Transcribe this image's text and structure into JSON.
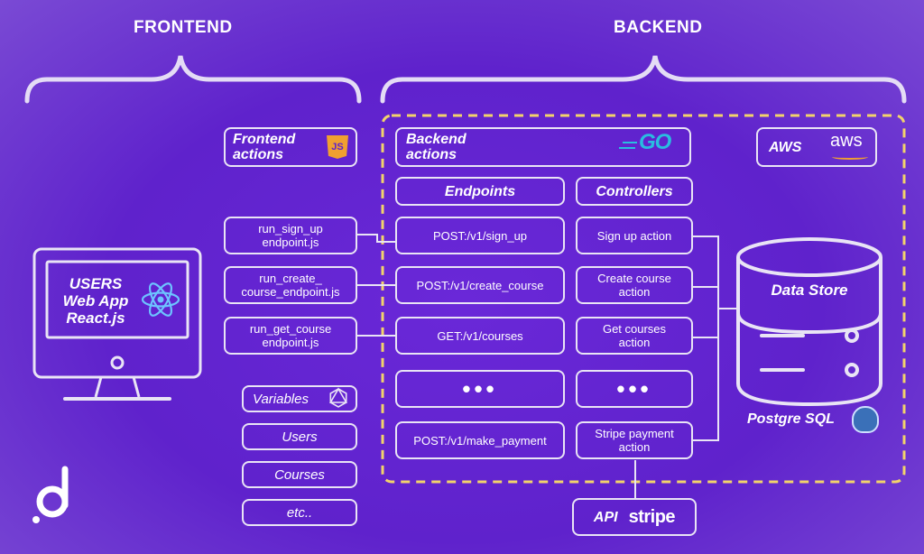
{
  "headers": {
    "frontend": "FRONTEND",
    "backend": "BACKEND"
  },
  "monitor": {
    "line1": "USERS",
    "line2": "Web App",
    "line3": "React.js"
  },
  "frontend": {
    "title": "Frontend\nactions",
    "logo": "JS",
    "actions": [
      "run_sign_up\nendpoint.js",
      "run_create_\ncourse_endpoint.js",
      "run_get_course\nendpoint.js"
    ],
    "stores": [
      "Variables",
      "Users",
      "Courses",
      "etc.."
    ]
  },
  "backend": {
    "title": "Backend\nactions",
    "go_logo": "GO",
    "endpoints_header": "Endpoints",
    "controllers_header": "Controllers",
    "endpoints": [
      "POST:/v1/sign_up",
      "POST:/v1/create_course",
      "GET:/v1/courses",
      "•••",
      "POST:/v1/make_payment"
    ],
    "controllers": [
      "Sign up action",
      "Create course\naction",
      "Get courses\naction",
      "•••",
      "Stripe payment\naction"
    ]
  },
  "aws": {
    "label": "AWS",
    "logo": "aws"
  },
  "datastore": {
    "label": "Data Store",
    "db": "Postgre SQL"
  },
  "api": {
    "label": "API",
    "stripe": "stripe"
  },
  "colors": {
    "dashed": "#f2d36b",
    "line": "#e9e4f5",
    "js": "#f0a030",
    "go": "#29bde0",
    "pg": "#3a70b8"
  }
}
